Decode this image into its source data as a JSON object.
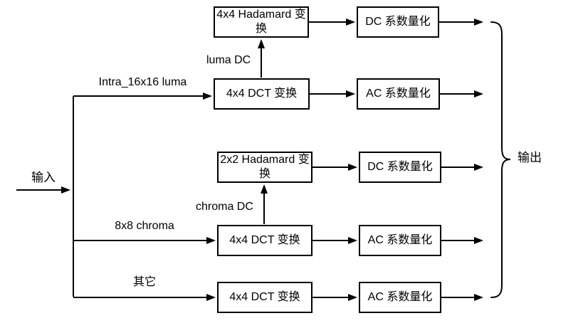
{
  "diagram": {
    "input_label": "输入",
    "output_label": "输出",
    "branches": {
      "luma": "Intra_16x16 luma",
      "chroma": "8x8 chroma",
      "other": "其它"
    },
    "edge_labels": {
      "luma_dc": "luma DC",
      "chroma_dc": "chroma DC"
    },
    "boxes": {
      "hadamard_luma": "4x4 Hadamard 变换",
      "dct_luma": "4x4 DCT 变换",
      "dc_quant_luma": "DC 系数量化",
      "ac_quant_luma": "AC 系数量化",
      "hadamard_chroma": "2x2 Hadamard 变换",
      "dct_chroma": "4x4 DCT 变换",
      "dc_quant_chroma": "DC 系数量化",
      "ac_quant_chroma": "AC 系数量化",
      "dct_other": "4x4 DCT 变换",
      "ac_quant_other": "AC 系数量化"
    },
    "colors": {
      "line": "#000000",
      "box_border": "#000000",
      "box_background": "#ffffff",
      "text": "#000000",
      "page_background": "#ffffff"
    }
  }
}
